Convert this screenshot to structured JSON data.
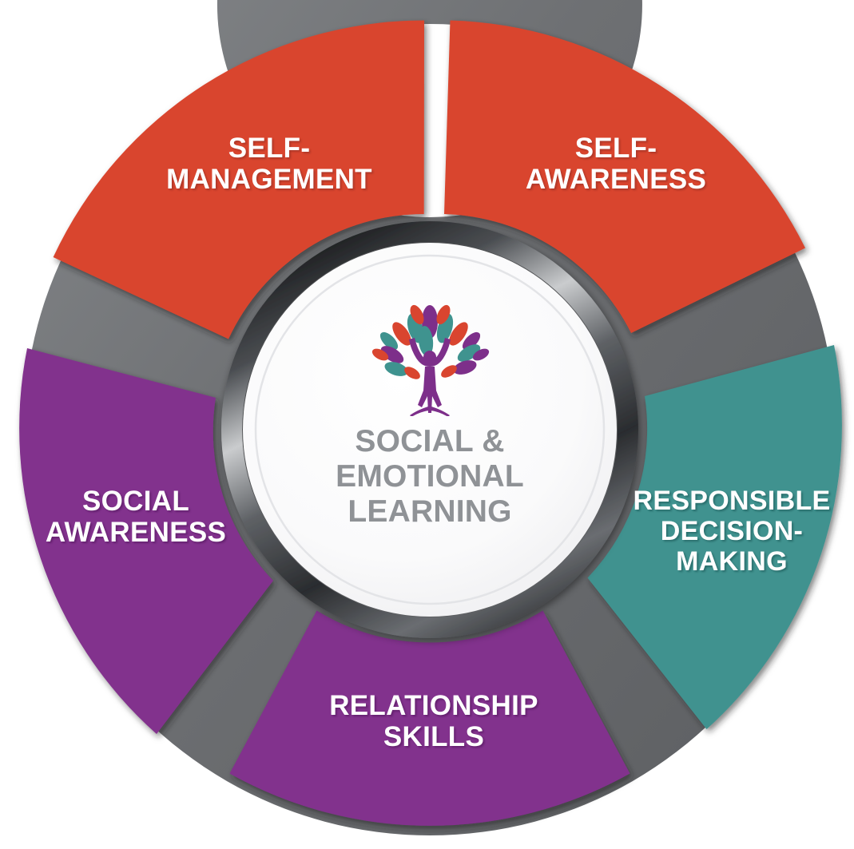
{
  "diagram": {
    "type": "segmented-wheel",
    "title": "Social & Emotional Learning Framework Wheel",
    "background_color": "#ffffff",
    "center": {
      "title": "SOCIAL &\nEMOTIONAL\nLEARNING",
      "title_color": "#8f9296",
      "logo_name": "sel-tree-person-logo",
      "logo_description": "Purple human figure with raised arms as a tree trunk, surrounded by teal, orange-red and purple leaves",
      "disc_color": "#fbfbfc",
      "ring_color": "#333538"
    },
    "base_ring_color": "#6e7073",
    "segments": [
      {
        "id": "self-management",
        "label": "SELF-\nMANAGEMENT",
        "color": "#d9452f",
        "text_color": "#ffffff",
        "position": "top-left"
      },
      {
        "id": "self-awareness",
        "label": "SELF-\nAWARENESS",
        "color": "#d9452f",
        "text_color": "#ffffff",
        "position": "top-right"
      },
      {
        "id": "responsible-decision-making",
        "label": "RESPONSIBLE\nDECISION-\nMAKING",
        "color": "#41928f",
        "text_color": "#ffffff",
        "position": "right"
      },
      {
        "id": "relationship-skills",
        "label": "RELATIONSHIP\nSKILLS",
        "color": "#82308d",
        "text_color": "#ffffff",
        "position": "bottom"
      },
      {
        "id": "social-awareness",
        "label": "SOCIAL\nAWARENESS",
        "color": "#82308d",
        "text_color": "#ffffff",
        "position": "left"
      }
    ]
  }
}
